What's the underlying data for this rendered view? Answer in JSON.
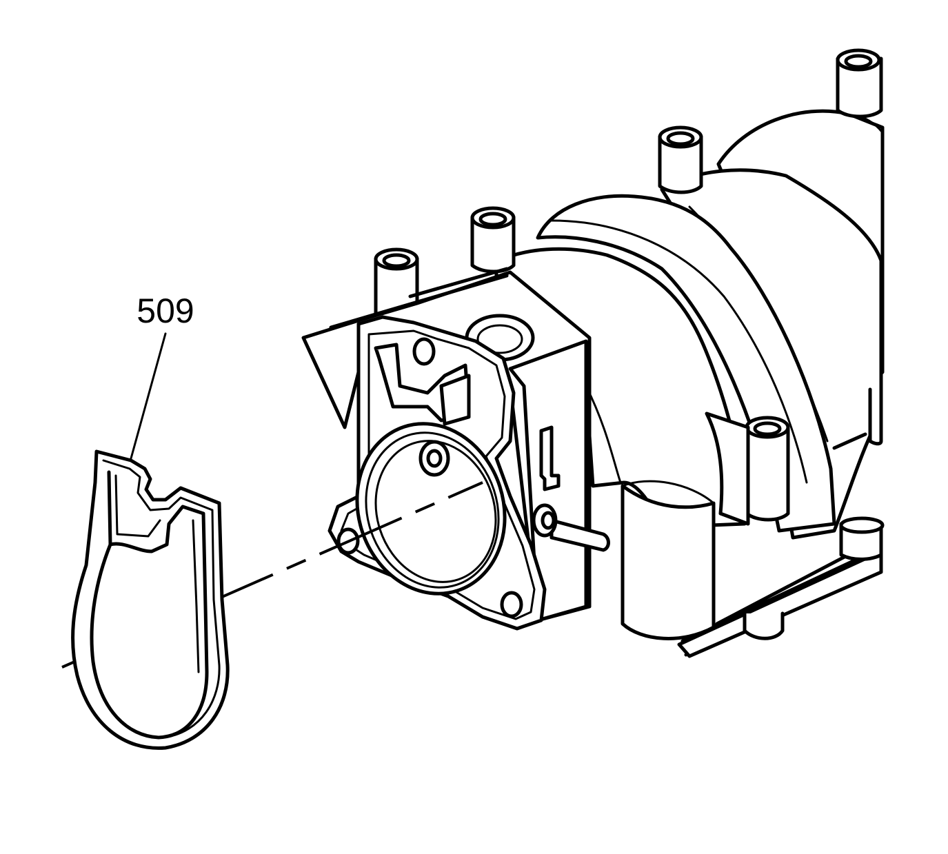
{
  "diagram": {
    "callouts": [
      {
        "id": "509",
        "label": "509",
        "target": "throttle-body-gasket"
      }
    ],
    "colors": {
      "line": "#000000",
      "background": "#ffffff"
    }
  }
}
